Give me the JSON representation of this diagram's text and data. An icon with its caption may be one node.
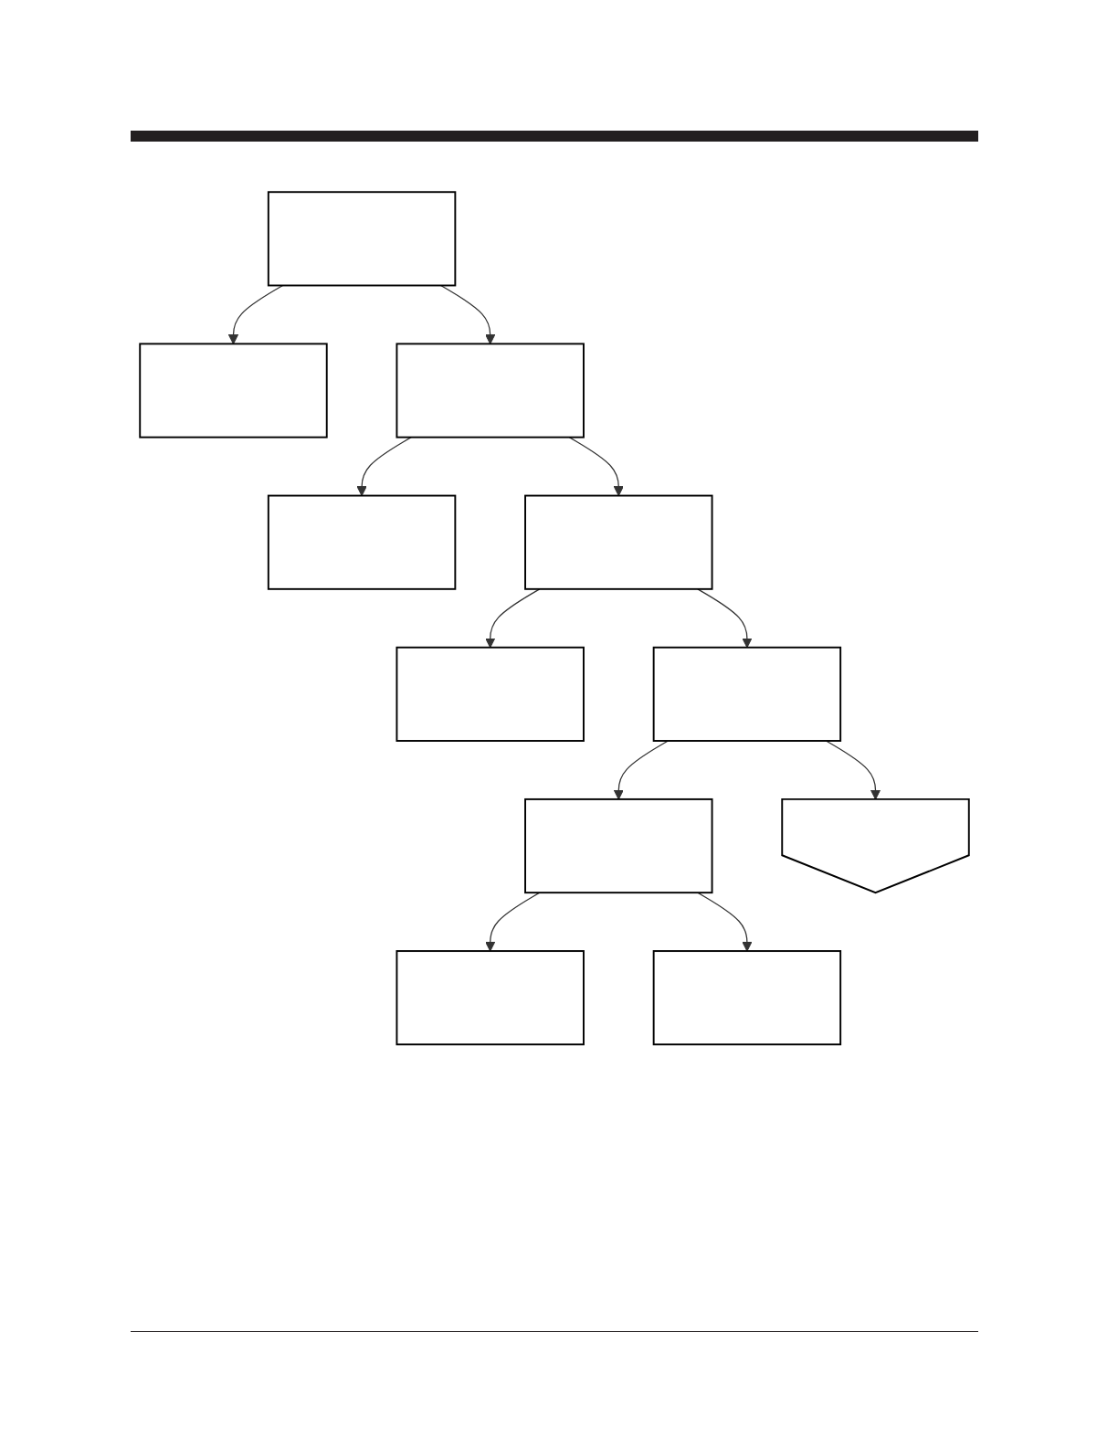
{
  "diagram": {
    "nodes": [
      {
        "text": [],
        "shape": "box"
      },
      {
        "text": [],
        "shape": "box"
      },
      {
        "text": [],
        "shape": "box"
      },
      {
        "text": [],
        "shape": "box"
      },
      {
        "text": [],
        "shape": "box"
      },
      {
        "text": [],
        "shape": "box"
      },
      {
        "text": [],
        "shape": "box"
      },
      {
        "text": [],
        "shape": "box"
      },
      {
        "text": [],
        "shape": "box"
      },
      {
        "text": [],
        "shape": "box"
      },
      {
        "text": [],
        "shape": "pentagon"
      }
    ],
    "edges": [
      {
        "from": 0,
        "to": 1,
        "arrow": "to"
      },
      {
        "from": 0,
        "to": 2,
        "arrow": "to"
      },
      {
        "from": 2,
        "to": 3,
        "arrow": "to"
      },
      {
        "from": 2,
        "to": 4,
        "arrow": "to"
      },
      {
        "from": 4,
        "to": 5,
        "arrow": "to"
      },
      {
        "from": 4,
        "to": 6,
        "arrow": "to"
      },
      {
        "from": 6,
        "to": 7,
        "arrow": "to"
      },
      {
        "from": 7,
        "to": 8,
        "arrow": "to"
      },
      {
        "from": 7,
        "to": 9,
        "arrow": "to"
      },
      {
        "from": 6,
        "to": 10,
        "arrow": "to"
      }
    ]
  }
}
